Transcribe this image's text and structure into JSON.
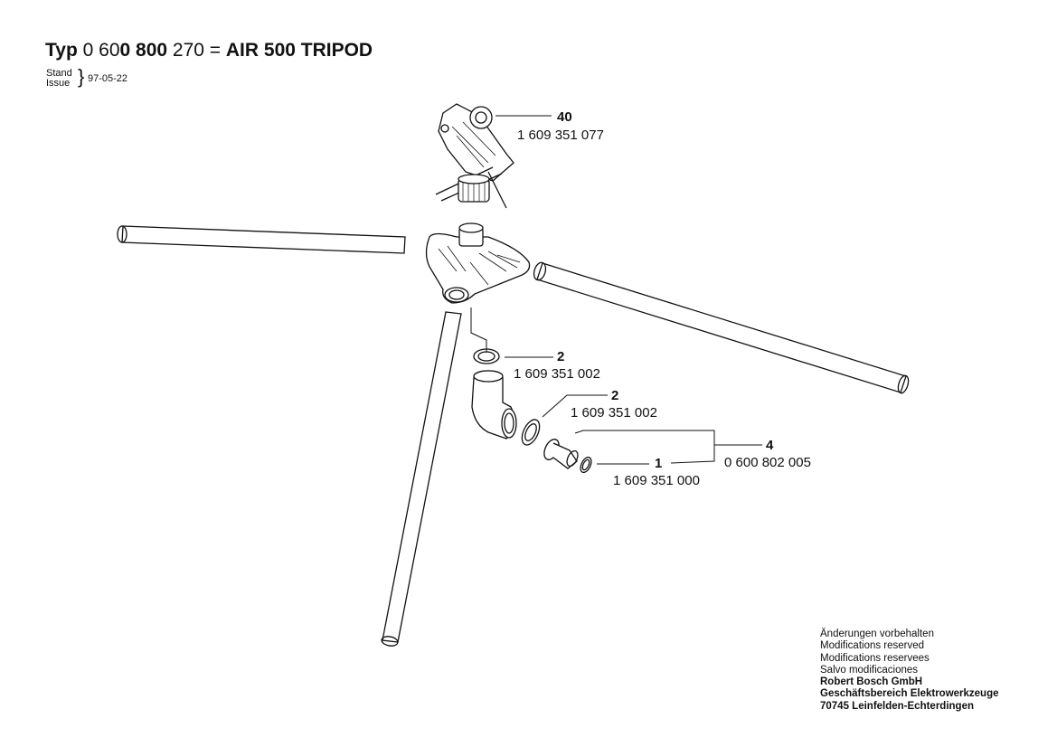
{
  "header": {
    "typ_label": "Typ",
    "typ_number_light1": "0 60",
    "typ_number_bold1": "0 800",
    "typ_number_light2": " 270 =",
    "product_name": "AIR 500 TRIPOD",
    "stand_label": "Stand",
    "issue_label": "Issue",
    "date": "97-05-22"
  },
  "parts": [
    {
      "pos": "40",
      "part_number": "1 609 351 077"
    },
    {
      "pos": "2",
      "part_number": "1 609 351 002"
    },
    {
      "pos": "2",
      "part_number": "1 609 351 002"
    },
    {
      "pos": "1",
      "part_number": "1 609 351 000"
    },
    {
      "pos": "4",
      "part_number": "0 600 802 005"
    }
  ],
  "footer": {
    "lines": [
      "Änderungen vorbehalten",
      "Modifications reserved",
      "Modifications reservees",
      "Salvo modificaciones"
    ],
    "company": "Robert Bosch GmbH",
    "division": "Geschäftsbereich Elektrowerkzeuge",
    "address": "70745 Leinfelden-Echterdingen"
  }
}
